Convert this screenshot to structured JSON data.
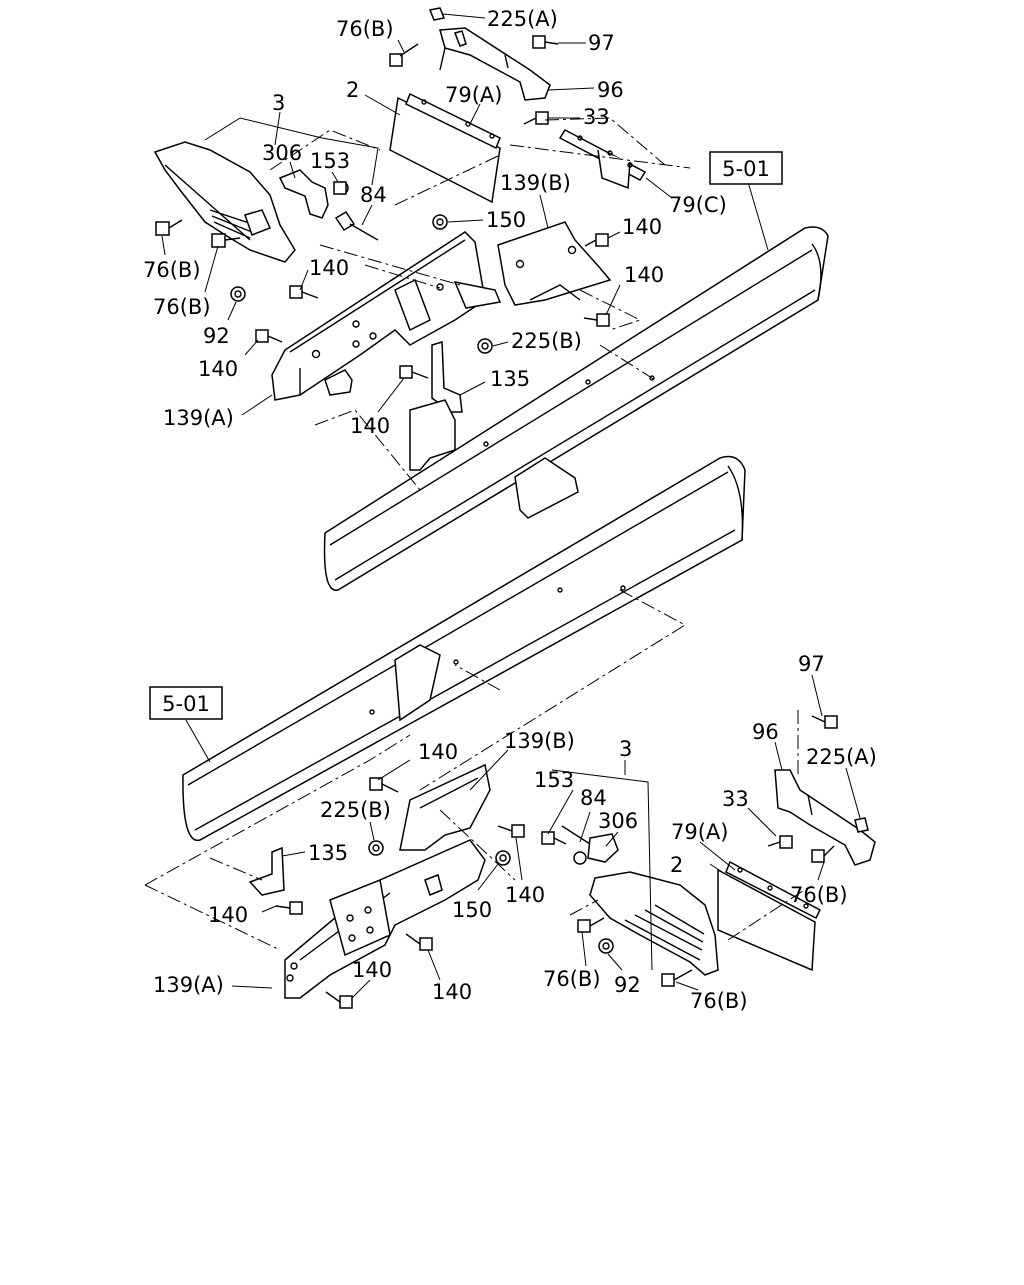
{
  "callouts": {
    "top": {
      "c_225a": "225(A)",
      "c_76b_1": "76(B)",
      "c_97": "97",
      "c_96": "96",
      "c_2": "2",
      "c_79a": "79(A)",
      "c_33": "33",
      "c_3": "3",
      "c_306": "306",
      "c_153": "153",
      "c_84": "84",
      "c_139b": "139(B)",
      "c_79c": "79(C)",
      "c_150": "150",
      "c_140_a": "140",
      "c_76b_2": "76(B)",
      "c_76b_3": "76(B)",
      "c_140_b": "140",
      "c_140_c": "140",
      "c_92": "92",
      "c_225b": "225(B)",
      "c_140_d": "140",
      "c_135": "135",
      "c_139a": "139(A)",
      "c_140_e": "140"
    },
    "bottom": {
      "c_97": "97",
      "c_96": "96",
      "c_225a": "225(A)",
      "c_140_a": "140",
      "c_139b": "139(B)",
      "c_3": "3",
      "c_33": "33",
      "c_153": "153",
      "c_84": "84",
      "c_225b": "225(B)",
      "c_306": "306",
      "c_79a": "79(A)",
      "c_135": "135",
      "c_2": "2",
      "c_76b_1": "76(B)",
      "c_150": "150",
      "c_140_b": "140",
      "c_140_c": "140",
      "c_140_d": "140",
      "c_139a": "139(A)",
      "c_76b_2": "76(B)",
      "c_92": "92",
      "c_76b_3": "76(B)",
      "c_140_e": "140"
    }
  },
  "refs": {
    "top_ref": "5-01",
    "bottom_ref": "5-01"
  }
}
